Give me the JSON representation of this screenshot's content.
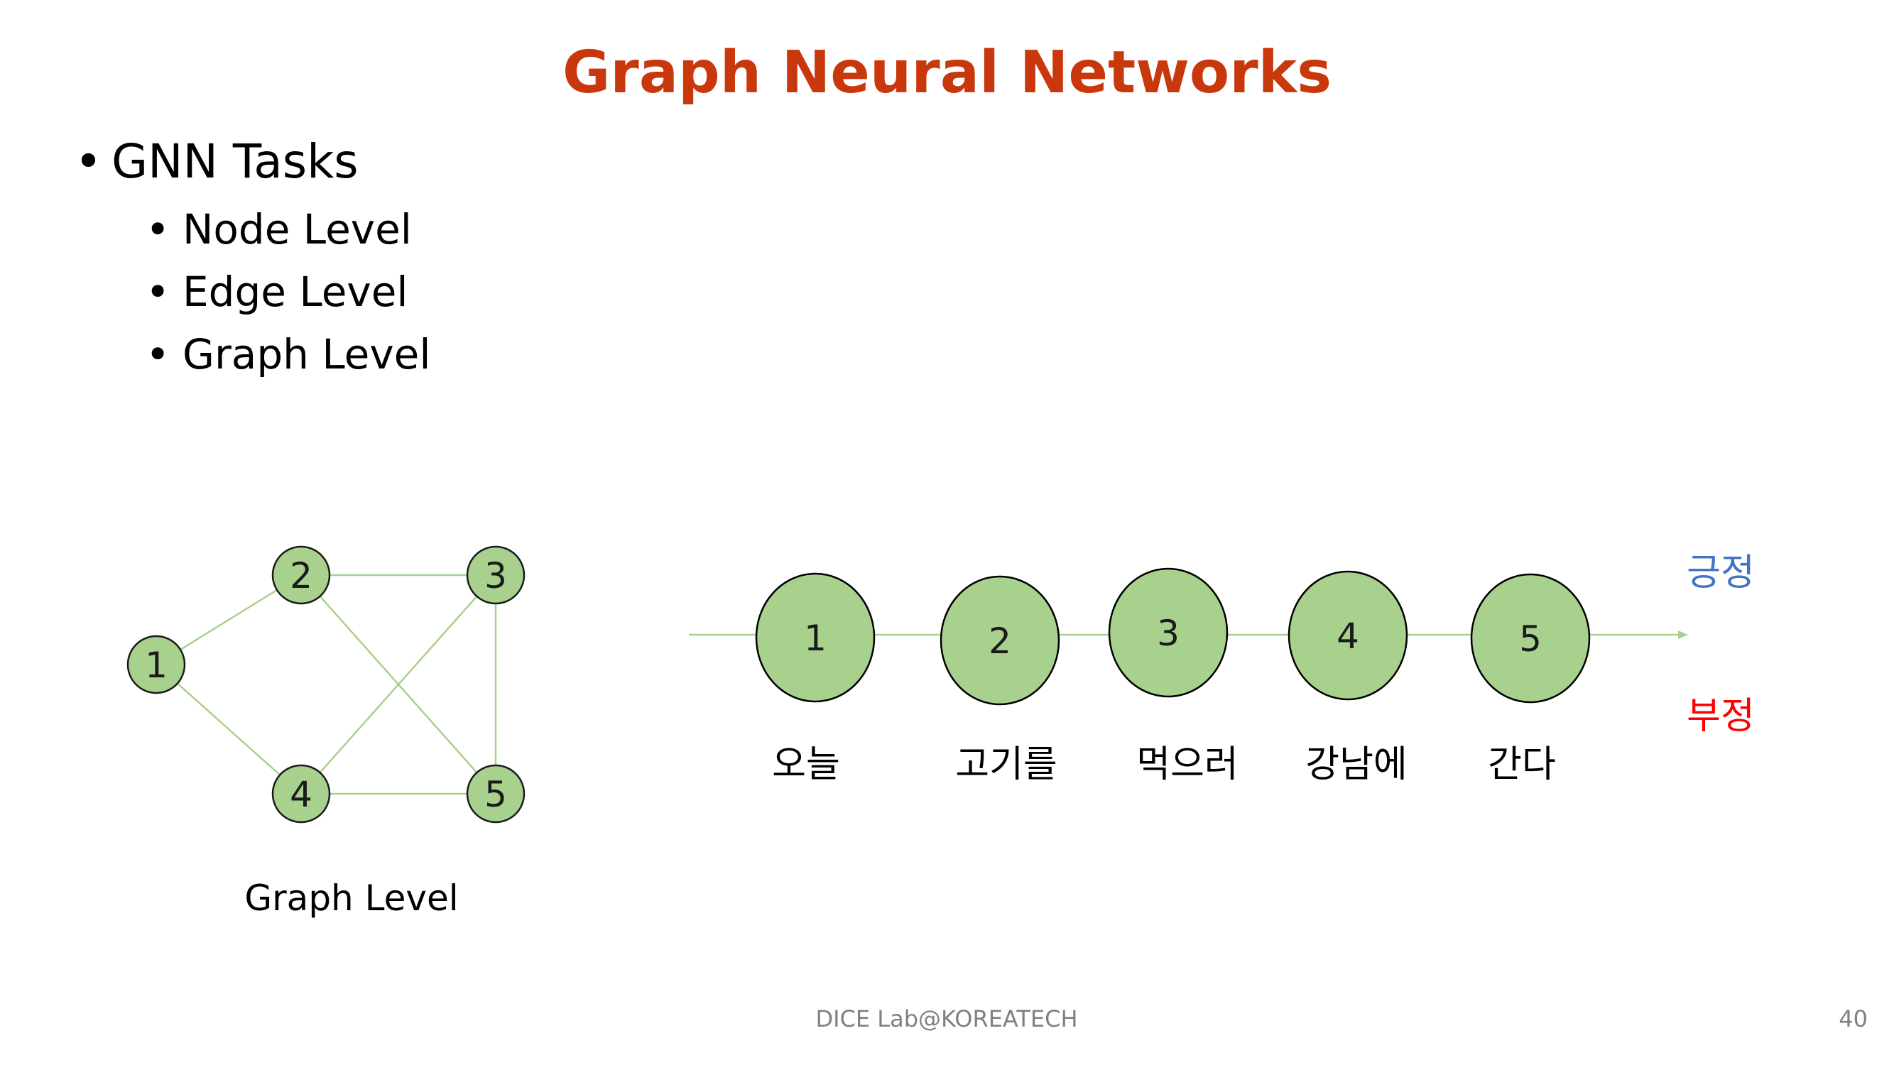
{
  "title": "Graph Neural Networks",
  "bullets": {
    "main": "GNN Tasks",
    "sub": [
      "Node Level",
      "Edge Level",
      "Graph Level"
    ],
    "marker": "•"
  },
  "graph": {
    "caption": "Graph Level",
    "nodes": [
      "1",
      "2",
      "3",
      "4",
      "5"
    ],
    "edges": [
      [
        "1",
        "2"
      ],
      [
        "1",
        "4"
      ],
      [
        "2",
        "3"
      ],
      [
        "2",
        "5"
      ],
      [
        "3",
        "4"
      ],
      [
        "3",
        "5"
      ],
      [
        "4",
        "5"
      ]
    ],
    "node_fill": "#a9d18e",
    "edge_color": "#a9d18e"
  },
  "sequence": {
    "nodes": [
      "1",
      "2",
      "3",
      "4",
      "5"
    ],
    "words": [
      "오늘",
      "고기를",
      "먹으러",
      "강남에",
      "간다"
    ],
    "outputs": {
      "positive": "긍정",
      "negative": "부정"
    },
    "positive_color": "#4472c4",
    "negative_color": "#ff0000"
  },
  "footer": {
    "text": "DICE Lab@KOREATECH",
    "page": "40"
  }
}
